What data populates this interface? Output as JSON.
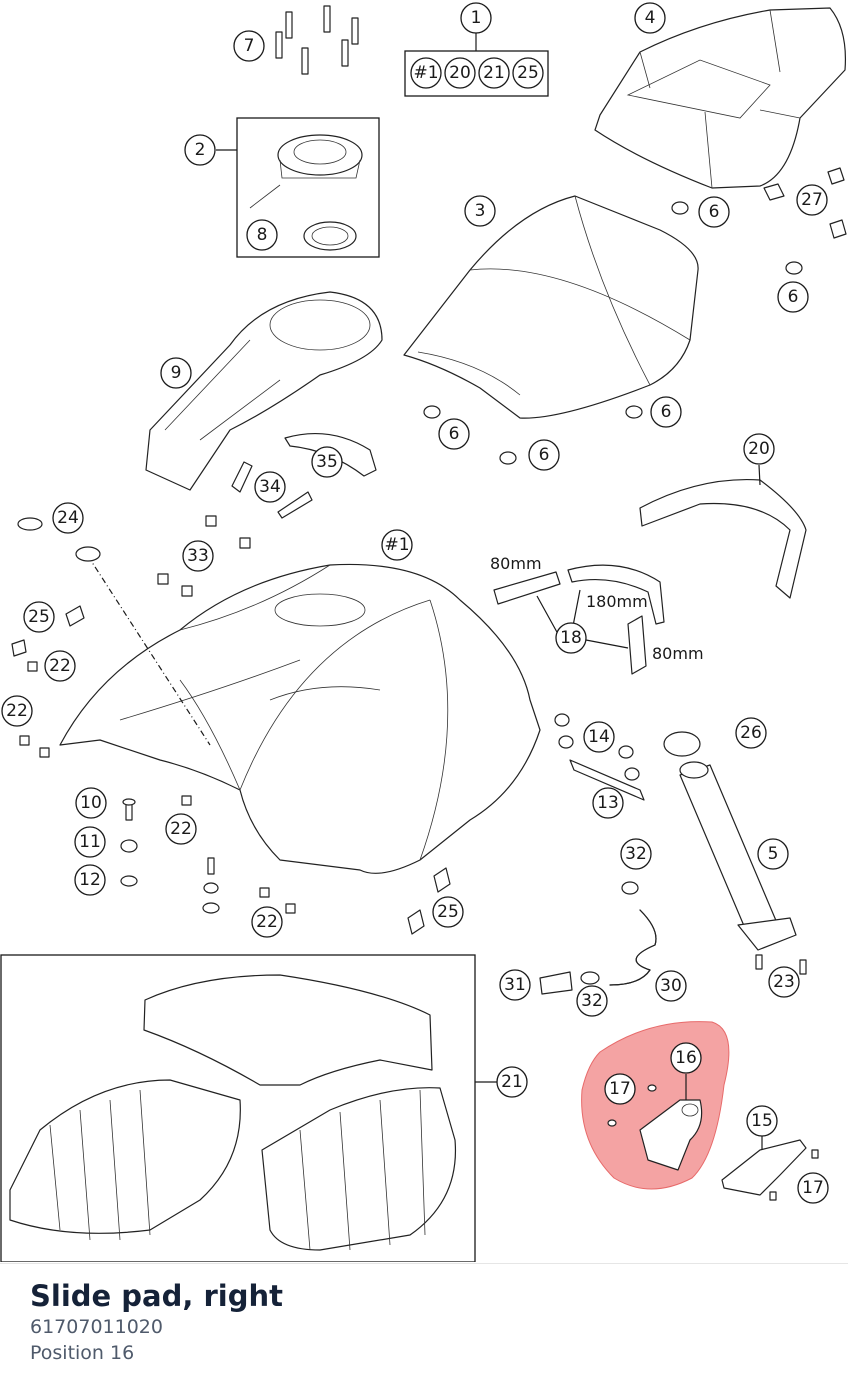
{
  "callouts": {
    "c1": "1",
    "c2": "2",
    "c3": "3",
    "c4": "4",
    "c5": "5",
    "c6": "6",
    "c7": "7",
    "c8": "8",
    "c9": "9",
    "c10": "10",
    "c11": "11",
    "c12": "12",
    "c13": "13",
    "c14": "14",
    "c15": "15",
    "c16": "16",
    "c17": "17",
    "c18": "18",
    "c20": "20",
    "c21": "21",
    "c22": "22",
    "c23": "23",
    "c24": "24",
    "c25": "25",
    "c26": "26",
    "c27": "27",
    "c30": "30",
    "c31": "31",
    "c32": "32",
    "c33": "33",
    "c34": "34",
    "c35": "35",
    "h1": "#1"
  },
  "kit": [
    "#1",
    "20",
    "21",
    "25"
  ],
  "dimensions": {
    "d80a": "80mm",
    "d180": "180mm",
    "d80b": "80mm"
  },
  "highlight_color": "#f08080",
  "part": {
    "name": "Slide pad, right",
    "number": "61707011020",
    "position": "Position 16"
  }
}
